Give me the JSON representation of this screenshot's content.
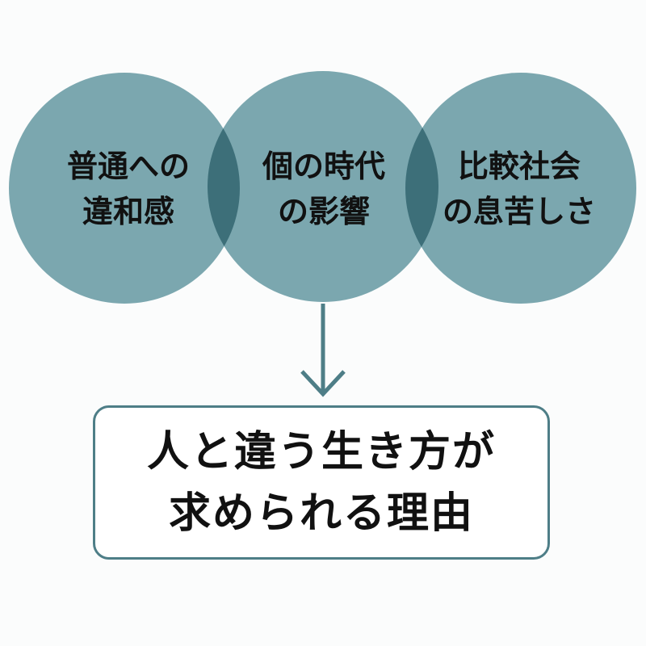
{
  "diagram": {
    "type": "venn-to-conclusion",
    "colors": {
      "circle_fill": "#7aa9b1",
      "overlap_fill": "#5b8a93",
      "arrow": "#4e7e87",
      "box_border": "#4e7e87",
      "text": "#111111",
      "background": "#fbfcfc"
    },
    "circles": [
      {
        "line1": "普通への",
        "line2": "違和感"
      },
      {
        "line1": "個の時代",
        "line2": "の影響"
      },
      {
        "line1": "比較社会",
        "line2": "の息苦しさ"
      }
    ],
    "arrow": {
      "direction": "down"
    },
    "conclusion": {
      "line1": "人と違う生き方が",
      "line2": "求められる理由"
    }
  }
}
